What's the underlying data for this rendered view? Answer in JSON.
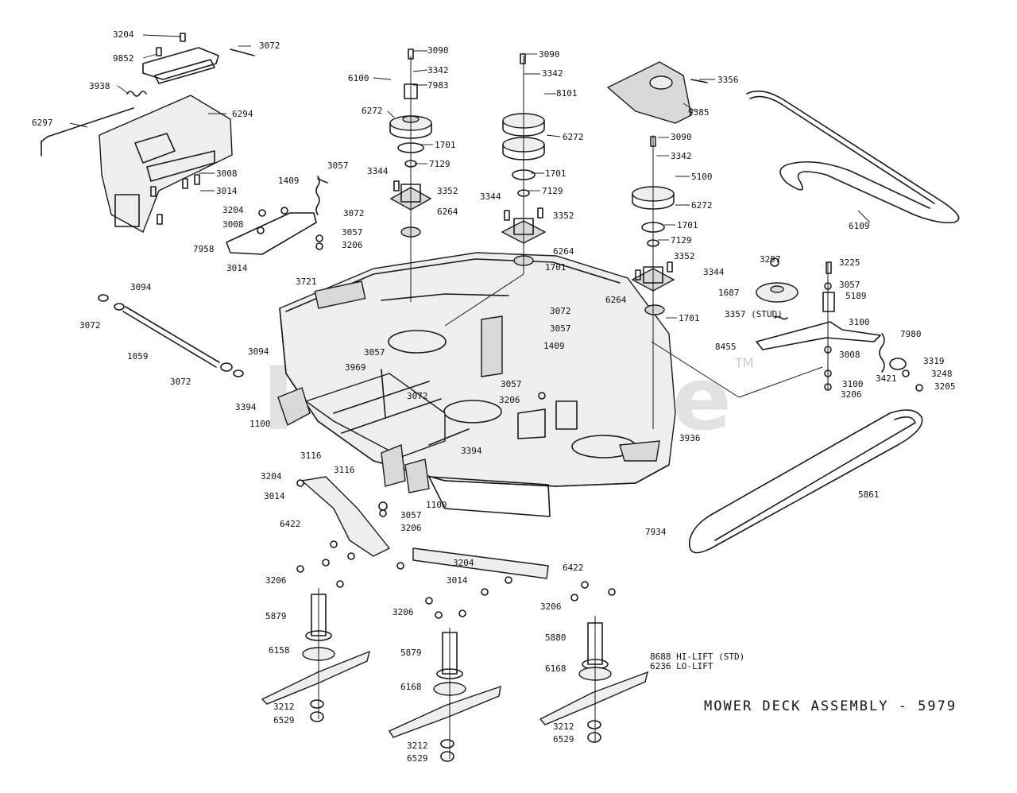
{
  "title": "MOWER DECK ASSEMBLY - 5979",
  "watermark": {
    "text": "PartsTree",
    "mark": "TM"
  },
  "labels": [
    "3204",
    "9852",
    "3072",
    "3938",
    "6297",
    "6294",
    "3008",
    "3014",
    "6100",
    "3090",
    "3342",
    "7983",
    "6272",
    "1701",
    "7129",
    "3344",
    "3352",
    "6264",
    "3090",
    "3342",
    "8101",
    "6272",
    "1701",
    "7129",
    "3344",
    "3352",
    "6264",
    "1701",
    "3356",
    "9385",
    "6109",
    "3090",
    "3342",
    "5100",
    "6272",
    "1701",
    "7129",
    "3352",
    "3344",
    "6264",
    "1701",
    "1409",
    "3057",
    "3072",
    "3204",
    "3008",
    "7958",
    "3057",
    "3206",
    "3014",
    "3721",
    "3094",
    "3072",
    "1059",
    "3094",
    "3072",
    "3394",
    "1100",
    "3969",
    "3057",
    "3072",
    "3116",
    "3116",
    "3072",
    "3057",
    "1409",
    "3057",
    "3206",
    "3297",
    "3225",
    "3057",
    "5189",
    "1687",
    "3357 (STUD)",
    "8455",
    "3100",
    "7980",
    "3008",
    "3421",
    "3319",
    "3248",
    "3205",
    "3100",
    "3206",
    "3936",
    "3394",
    "1100",
    "3057",
    "3206",
    "3204",
    "3014",
    "6422",
    "7934",
    "5861",
    "3204",
    "3014",
    "6422",
    "3206",
    "3206",
    "3206",
    "5879",
    "6158",
    "3212",
    "6529",
    "5879",
    "6168",
    "3212",
    "6529",
    "5880",
    "6168",
    "3212",
    "6529",
    "8688 HI-LIFT (STD)",
    "6236 LO-LIFT"
  ]
}
